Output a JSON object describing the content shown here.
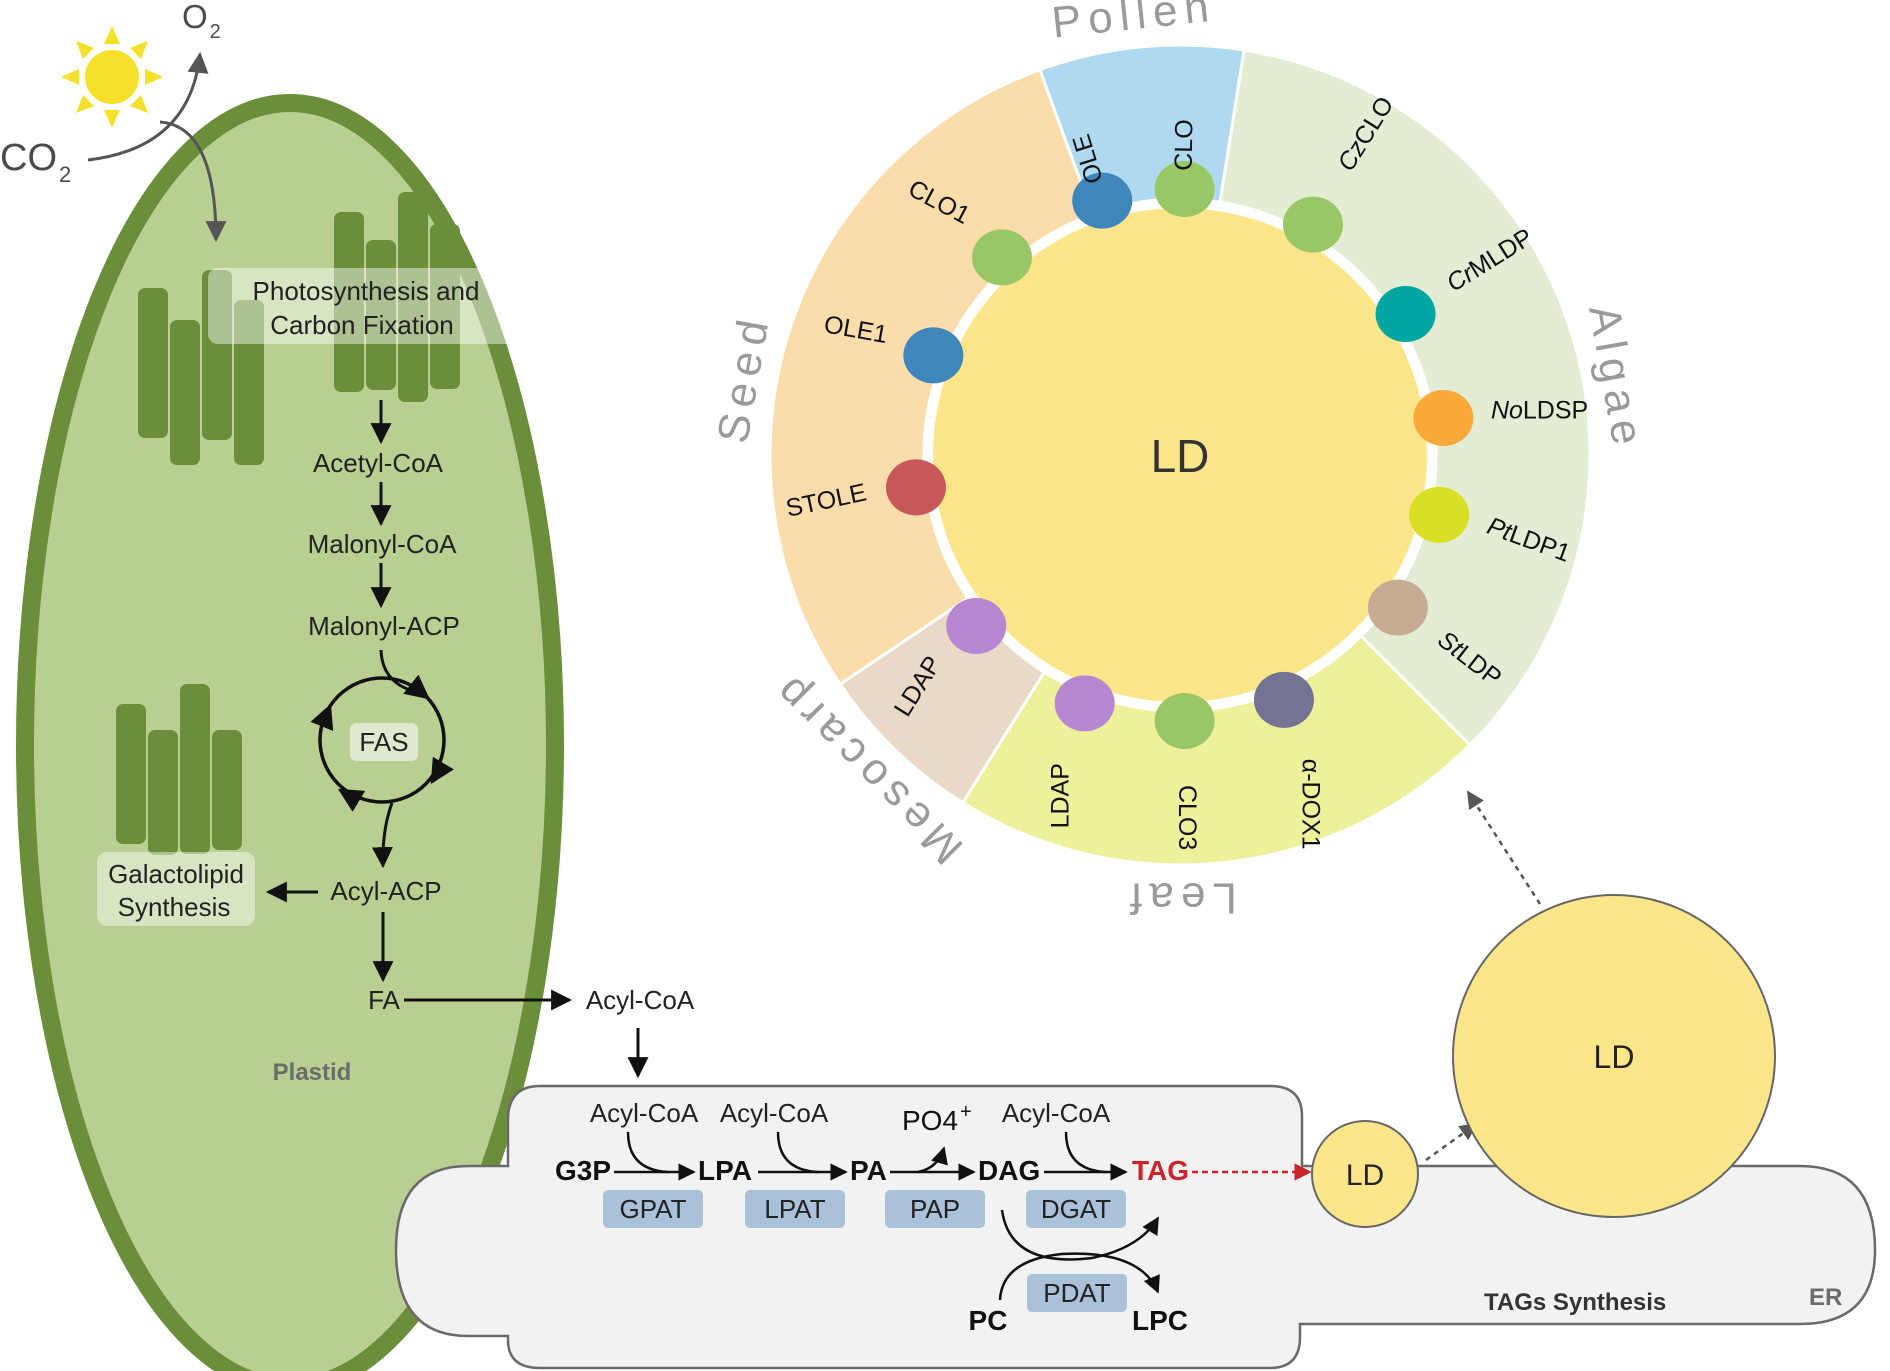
{
  "plastid": {
    "sun_o2": {
      "main": "O",
      "sub": "2"
    },
    "sun_co2": {
      "main": "CO",
      "sub": "2"
    },
    "photosynthesis_line1": "Photosynthesis and",
    "photosynthesis_line2": "Carbon Fixation",
    "acetyl_coa": "Acetyl-CoA",
    "malonyl_coa": "Malonyl-CoA",
    "malonyl_acp": "Malonyl-ACP",
    "fas": "FAS",
    "acyl_acp": "Acyl-ACP",
    "galactolipid_line1": "Galactolipid",
    "galactolipid_line2": "Synthesis",
    "fa": "FA",
    "label": "Plastid",
    "colors": {
      "body": "#b8cf91",
      "border": "#6a8e3a",
      "thylakoid": "#6a8e3a"
    }
  },
  "acyl_coa_export": "Acyl-CoA",
  "er": {
    "label": "ER",
    "tags_synthesis": "TAGs Synthesis",
    "steps": {
      "g3p": "G3P",
      "lpa": "LPA",
      "pa": "PA",
      "dag": "DAG",
      "tag": "TAG",
      "acyl1": "Acyl-CoA",
      "acyl2": "Acyl-CoA",
      "acyl3": "Acyl-CoA",
      "po4": "PO4",
      "po4_sup": "+",
      "pc": "PC",
      "lpc": "LPC"
    },
    "enzymes": {
      "gpat": "GPAT",
      "lpat": "LPAT",
      "pap": "PAP",
      "dgat": "DGAT",
      "pdat": "PDAT"
    },
    "colors": {
      "body": "#f2f2f2",
      "enzyme": "#a9c1d9",
      "tag": "#cc2229"
    }
  },
  "lds": {
    "small": "LD",
    "large": "LD",
    "center": "LD",
    "color": "#fde68a"
  },
  "wheel": {
    "sectors": {
      "pollen": "Pollen",
      "algae": "Algae",
      "leaf": "Leaf",
      "mesocarp": "Mesocarp",
      "seed": "Seed"
    },
    "sector_colors": {
      "pollen": "#aed9f0",
      "algae": "#e2edd4",
      "leaf": "#edf19b",
      "mesocarp": "#ebd9c8",
      "seed": "#fbdcab"
    },
    "proteins": {
      "ole_pollen": "OLE",
      "clo_pollen": "CLO",
      "czclo": {
        "italic": "Cz",
        "rest": "CLO"
      },
      "crmldp": {
        "italic": "Cr",
        "rest": "MLDP"
      },
      "noldsp": {
        "italic": "No",
        "rest": "LDSP"
      },
      "ptldp1": {
        "italic": "Pt",
        "rest": "LDP1"
      },
      "stldp": {
        "italic": "St",
        "rest": "LDP"
      },
      "adox1": "α-DOX1",
      "clo3": "CLO3",
      "ldap_leaf": "LDAP",
      "ldap_meso": "LDAP",
      "stole": "STOLE",
      "ole1": "OLE1",
      "clo1": "CLO1"
    },
    "protein_colors": {
      "ole_pollen": "#3f86bd",
      "clo_pollen": "#99c765",
      "czclo": "#99c765",
      "crmldp": "#00a7a2",
      "noldsp": "#f9a93a",
      "ptldp1": "#d9df25",
      "stldp": "#c8ab93",
      "adox1": "#747394",
      "clo3": "#99c765",
      "ldap_leaf": "#b887d2",
      "ldap_meso": "#b887d2",
      "stole": "#c8575a",
      "ole1": "#3f86bd",
      "clo1": "#99c765"
    }
  }
}
